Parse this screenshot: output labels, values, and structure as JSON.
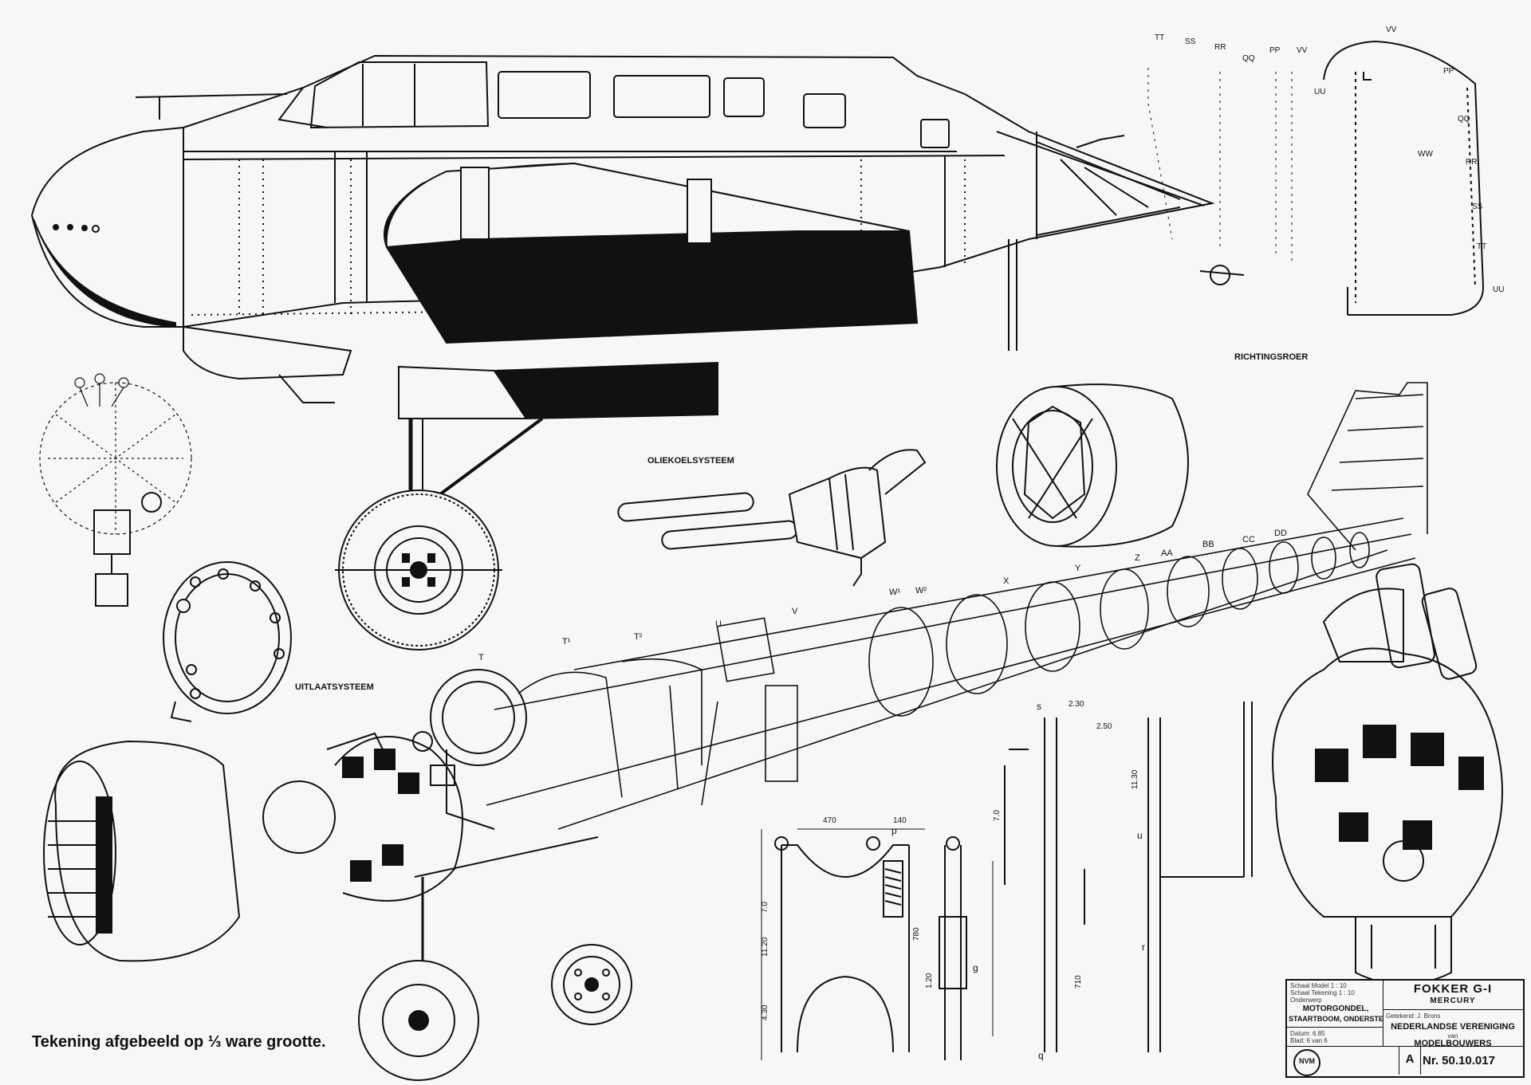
{
  "caption": "Tekening afgebeeld op ⅓ ware grootte.",
  "labels": {
    "rudder": "RICHTINGSROER",
    "oil_cooling": "OLIEKOELSYSTEEM",
    "exhaust": "UITLAATSYSTEEM"
  },
  "station_letters": {
    "top_row": [
      "TT",
      "SS",
      "RR",
      "QQ",
      "PP",
      "VV"
    ],
    "rudder_right": [
      "VV",
      "PP",
      "QQ",
      "RR",
      "SS",
      "TT",
      "UU"
    ],
    "rudder_left": [
      "UU",
      "WW"
    ],
    "boom": [
      "T",
      "T¹",
      "T²",
      "U",
      "V",
      "W¹",
      "W²",
      "X",
      "Y",
      "Z",
      "AA",
      "BB",
      "CC",
      "DD"
    ],
    "small": [
      "p",
      "u",
      "r",
      "s",
      "g",
      "q"
    ]
  },
  "dimensions": [
    "470",
    "140",
    "780",
    "11.20",
    "7.0",
    "1.20",
    "2.30",
    "2.50",
    "7.0",
    "11.30",
    "4.30",
    "710"
  ],
  "title_block": {
    "subject_1": "MOTORGONDEL,",
    "subject_2": "STAARTBOOM, ONDERSTEL",
    "aircraft": "FOKKER G-I",
    "engine": "MERCURY",
    "org_1": "NEDERLANDSE VERENIGING",
    "org_2": "MODELBOUWERS",
    "org_small": "van",
    "logo": "NVM",
    "sheet_box": "A",
    "number": "Nr. 50.10.017",
    "scale_row_1": "Schaal Model 1 : 10",
    "scale_row_2": "Schaal Tekening 1 : 10",
    "onderwerp": "Onderwerp",
    "getekend": "Getekend: J. Brons",
    "datum": "Datum: 6.85",
    "blad": "Blad: 6 van 6"
  },
  "colors": {
    "ink": "#111111",
    "paper": "#f7f7f5"
  }
}
